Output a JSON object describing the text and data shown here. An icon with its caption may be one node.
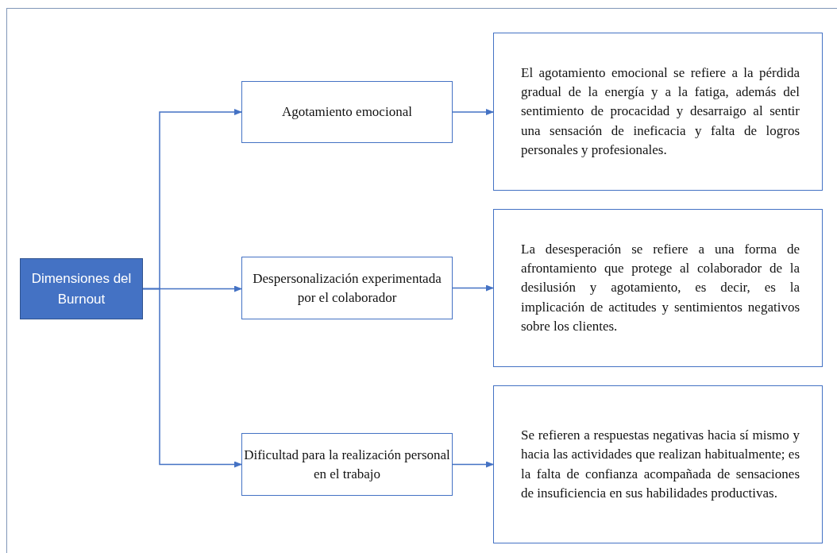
{
  "diagram": {
    "nodes": [
      {
        "text": [
          "Dimensiones del Burnout"
        ]
      },
      {
        "text": [
          "Agotamiento emocional"
        ]
      },
      {
        "text": [
          "Despersonalización experimentada por el colaborador"
        ]
      },
      {
        "text": [
          "Dificultad para la realización personal en el trabajo"
        ]
      },
      {
        "text": [
          "El agotamiento emocional se refiere a la pérdida gradual de la energía y a la fatiga, además del sentimiento de procacidad y desarraigo al sentir una sensación de ineficacia y falta de logros personales y profesionales."
        ]
      },
      {
        "text": [
          "La desesperación se refiere a una forma de afrontamiento que protege al colaborador de la desilusión y agotamiento, es decir, es la implicación de actitudes y sentimientos negativos sobre los clientes."
        ]
      },
      {
        "text": [
          "Se refieren a respuestas negativas hacia sí mismo y hacia las actividades que realizan habitualmente; es la falta de confianza acompañada de sensaciones de insuficiencia en sus habilidades productivas."
        ]
      }
    ],
    "edges": [
      {
        "from": 0,
        "to": 1,
        "arrow": "to"
      },
      {
        "from": 0,
        "to": 2,
        "arrow": "to"
      },
      {
        "from": 0,
        "to": 3,
        "arrow": "to"
      },
      {
        "from": 1,
        "to": 4,
        "arrow": "to"
      },
      {
        "from": 2,
        "to": 5,
        "arrow": "to"
      },
      {
        "from": 3,
        "to": 6,
        "arrow": "to"
      }
    ]
  }
}
